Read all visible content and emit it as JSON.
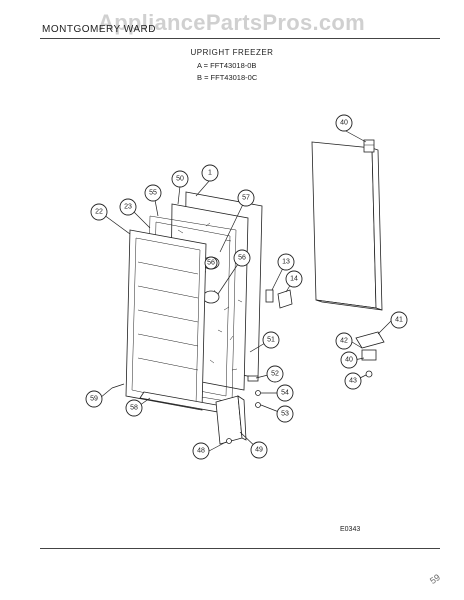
{
  "header": {
    "brand": "MONTGOMERY WARD",
    "watermark": "AppliancePartsPros.com",
    "title": "UPRIGHT FREEZER",
    "models": [
      "A = FFT43018-0B",
      "B = FFT43018-0C"
    ]
  },
  "callouts": [
    "1",
    "13",
    "14",
    "22",
    "23",
    "40",
    "40",
    "41",
    "42",
    "43",
    "48",
    "49",
    "50",
    "51",
    "52",
    "53",
    "54",
    "55",
    "56",
    "56",
    "57",
    "58",
    "59"
  ],
  "footer": {
    "drawing_code": "E0343",
    "page_mark": "59"
  }
}
